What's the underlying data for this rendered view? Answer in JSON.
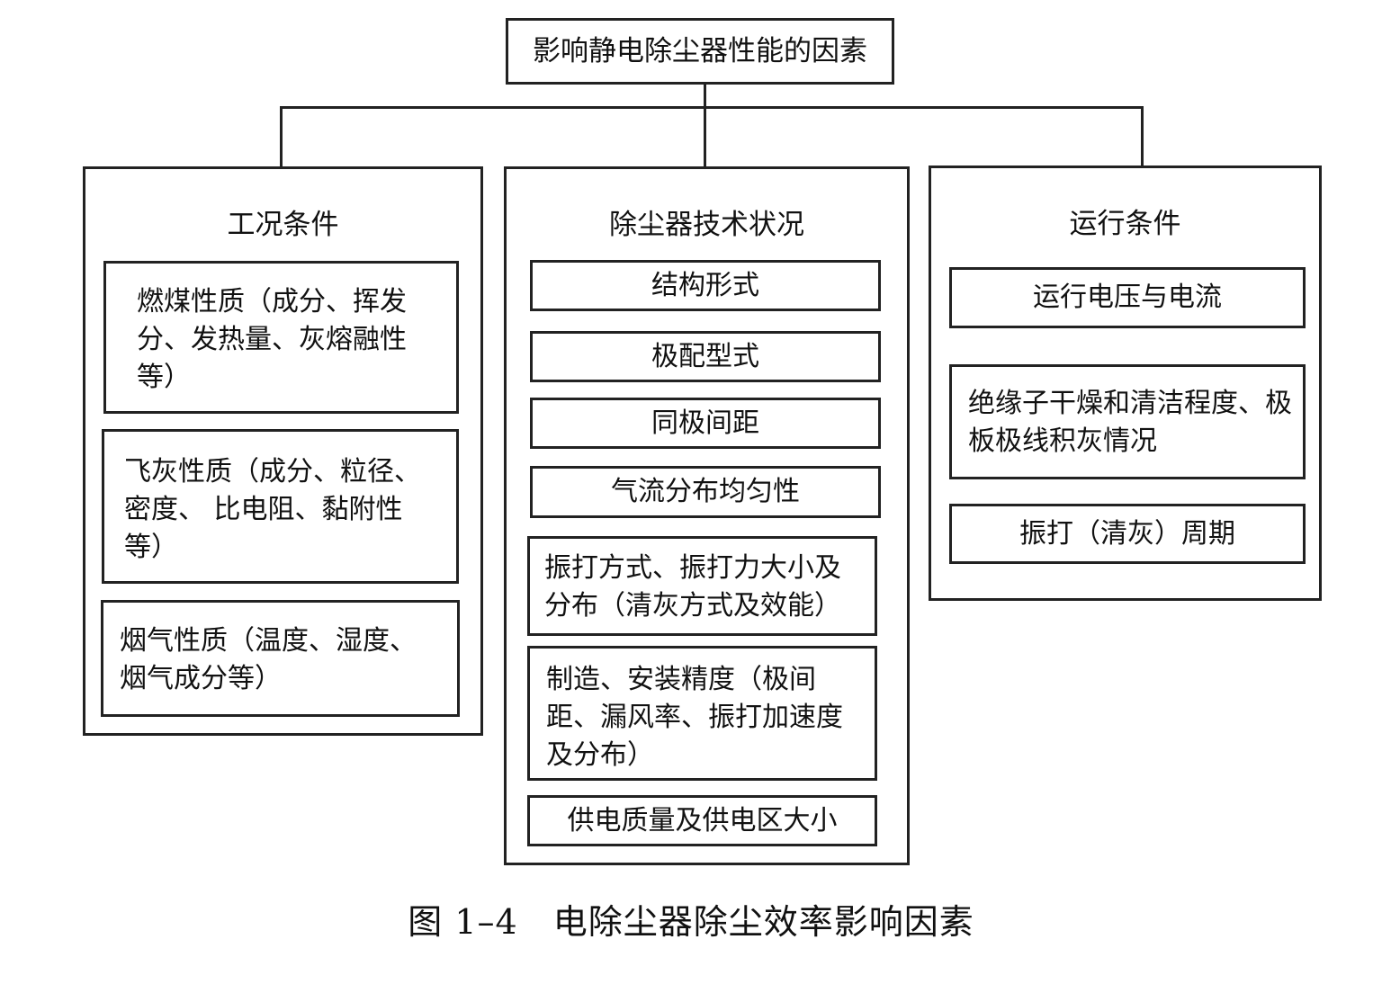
{
  "root": {
    "label": "影响静电除尘器性能的因素"
  },
  "columns": [
    {
      "title": "工况条件",
      "items": [
        "燃煤性质（成分、挥发分、发热量、灰熔融性等）",
        "飞灰性质（成分、粒径、密度、 比电阻、黏附性等）",
        "烟气性质（温度、湿度、烟气成分等）"
      ]
    },
    {
      "title": "除尘器技术状况",
      "items": [
        "结构形式",
        "极配型式",
        "同极间距",
        "气流分布均匀性",
        "振打方式、振打力大小及分布（清灰方式及效能）",
        "制造、安装精度（极间距、漏风率、振打加速度及分布）",
        "供电质量及供电区大小"
      ]
    },
    {
      "title": "运行条件",
      "items": [
        "运行电压与电流",
        "绝缘子干燥和清洁程度、极板极线积灰情况",
        "振打（清灰）周期"
      ]
    }
  ],
  "caption": "图 1–4　电除尘器除尘效率影响因素"
}
